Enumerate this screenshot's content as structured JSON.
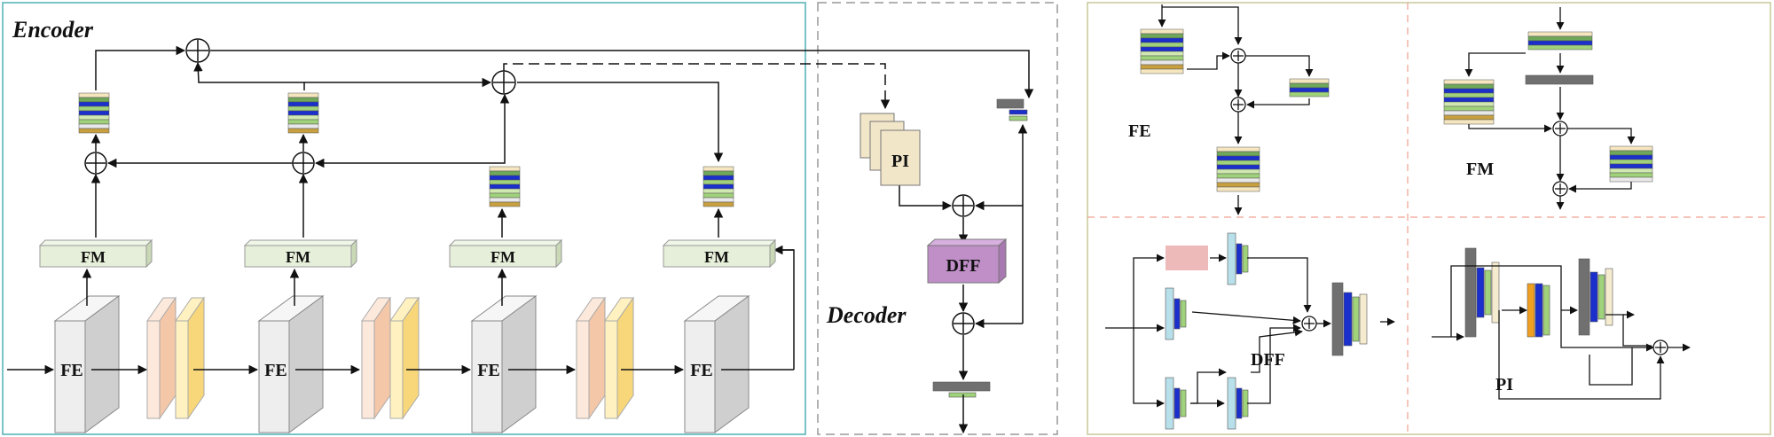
{
  "panels": {
    "encoder_title": "Encoder",
    "decoder_title": "Decoder"
  },
  "encoder": {
    "fe_labels": [
      "FE",
      "FE",
      "FE",
      "FE"
    ],
    "fm_labels": [
      "FM",
      "FM",
      "FM",
      "FM"
    ]
  },
  "decoder": {
    "pi_label": "PI",
    "dff_label": "DFF"
  },
  "details": {
    "fe_title": "FE",
    "fm_title": "FM",
    "dff_title": "DFF",
    "pi_title": "PI"
  },
  "colors": {
    "encoder_border": "#4fb0b6",
    "decoder_border": "#999999",
    "detail_border": "#c8c89a",
    "divider": "#f0a090",
    "fm_fill": "#e6efd9",
    "dff_fill": "#c08fc8",
    "pi_fill": "#f2e6c8",
    "fe_fill": "#eeeeee"
  }
}
